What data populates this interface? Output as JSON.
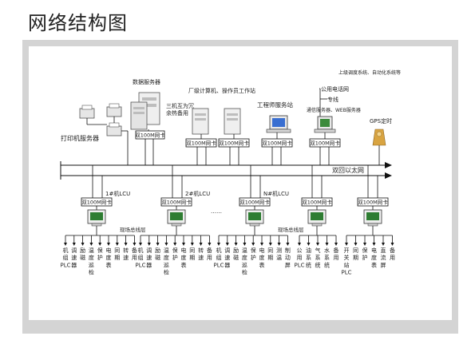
{
  "page_title": "网络结构图",
  "labels": {
    "data_server": "数据服务器",
    "hot_standby": "三机互为冗余热备用",
    "workstations": "厂级计算机、操作员工作站",
    "engineer_station": "工程师服务站",
    "upper_system": "上级调度系统、自动化系统等",
    "public_phone": "公用电话网",
    "dedicated_line": "专线",
    "comm_server": "通信服务器、WEB服务器",
    "gps": "GPS定时",
    "printer_server": "打印机服务器",
    "dual_ethernet": "双回以太网",
    "field_bus": "现场总线层"
  },
  "nic_label": "双100M网卡",
  "lcu_labels": [
    "1#机LCU",
    "2#机LCU",
    "N#机LCU"
  ],
  "ellipsis": "……",
  "device_groups": [
    [
      "机组PLC",
      "调速器",
      "励磁",
      "温度巡检",
      "保护",
      "电度表",
      "同期",
      "转速",
      "备用"
    ],
    [
      "机组PLC",
      "调速器",
      "励磁",
      "温度巡检",
      "保护",
      "电度表",
      "同期",
      "转速",
      "备用"
    ],
    [
      "机组PLC",
      "调速器",
      "励磁",
      "温度巡检",
      "保护",
      "电度表",
      "同期",
      "测温",
      "制动屏"
    ],
    [
      "公用PLC",
      "油系统",
      "气系统",
      "水系统",
      "备用"
    ],
    [
      "开关站PLC",
      "同期",
      "保护",
      "电度表",
      "直流屏",
      "备用"
    ]
  ],
  "colors": {
    "frame": "#d4d4d4",
    "line": "#111111",
    "monitor_screen": "#2e7d32",
    "gps_icon": "#d9a441"
  }
}
